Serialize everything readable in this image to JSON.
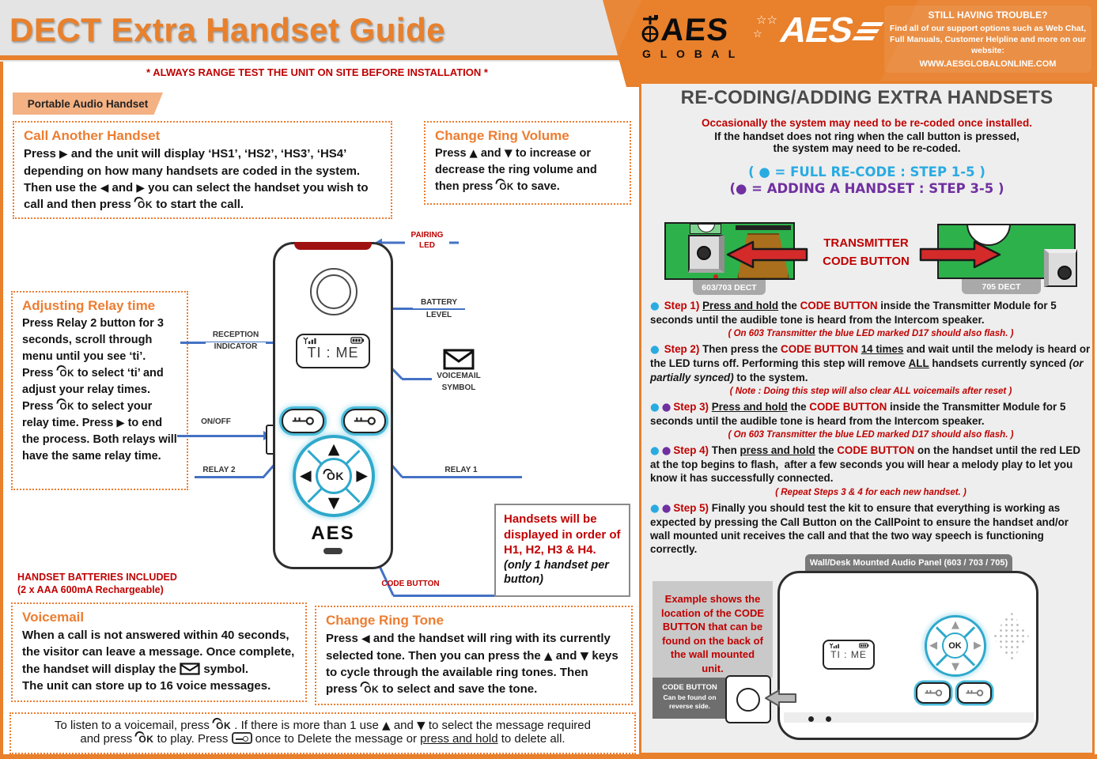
{
  "icons": {
    "up": "▲",
    "down": "▼",
    "left": "◀",
    "right": "▶",
    "stars_top": "☆☆",
    "star_side": "☆"
  },
  "header": {
    "title": "DECT Extra Handset Guide",
    "warning": "* ALWAYS RANGE TEST THE UNIT ON SITE BEFORE INSTALLATION *",
    "logo_aes": "AES",
    "logo_global": "G L O B A L",
    "logo_aes2": "AES",
    "support_heading": "STILL HAVING TROUBLE?",
    "support_body": "Find all of our support options such as Web Chat, Full Manuals, Customer Helpline and more on our website:",
    "support_site": "WWW.AESGLOBALONLINE.COM"
  },
  "left": {
    "tab": "Portable Audio Handset",
    "call_box": {
      "title": "Call Another Handset",
      "html": "Press <span class=\"tri\">▶</span> and the unit will display ‘<b>HS1</b>’, ‘<b>HS2</b>’, ‘<b>HS3</b>’, ‘<b>HS4</b>’ depending on how many handsets are coded in the system. Then use the <span class=\"tri\">◀</span> and <span class=\"tri\">▶</span> you can select the handset you wish to call and then press <span class=\"okico\">OK</span> to start the call."
    },
    "volume_box": {
      "title": "Change Ring Volume",
      "html": "Press <span class=\"tri\">▲</span> and <span class=\"tri\">▼</span> to increase or decrease the ring volume and then press <span class=\"okico\">OK</span> to save."
    },
    "relay_box": {
      "title": "Adjusting Relay time",
      "html": "Press Relay 2 button for 3 seconds, scroll through menu until you see ‘<b>ti</b>’. Press <span class=\"okico\">OK</span> to select ‘<b>ti</b>’ and adjust your relay times. Press <span class=\"okico\">OK</span> to select your relay time. Press <span class=\"tri\">▶</span> to end the process. Both relays will have the same relay time."
    },
    "labels": {
      "pairing1": "PAIRING",
      "pairing2": "LED",
      "battery1": "BATTERY",
      "battery2": "LEVEL",
      "reception1": "RECEPTION",
      "reception2": "INDICATOR",
      "voicemail1": "VOICEMAIL",
      "voicemail2": "SYMBOL",
      "onoff": "ON/OFF",
      "relay2": "RELAY 2",
      "relay1": "RELAY 1",
      "code": "CODE BUTTON"
    },
    "handset": {
      "display": "TI : ME",
      "ok": "OK",
      "brand": "AES"
    },
    "order_note": {
      "line1": "Handsets will be displayed in order of H1, H2, H3 & H4.",
      "line2": "(only 1 handset per button)"
    },
    "batteries1": "HANDSET BATTERIES INCLUDED",
    "batteries2": "(2 x AAA 600mA Rechargeable)",
    "voicemail_box": {
      "title": "Voicemail",
      "html": "When a call is not answered within 40 seconds, the visitor can leave a message. Once complete, the handset will display the <svg class=\"envs\" viewBox=\"0 0 26 16\"><rect x=\"1.5\" y=\"1.5\" width=\"23\" height=\"13\" fill=\"none\" stroke=\"#111\" stroke-width=\"2.2\"/><path d=\"M2 3 L13 10 L24 3\" fill=\"none\" stroke=\"#111\" stroke-width=\"2.2\"/></svg> symbol.<br>The unit can store up to 16 voice messages."
    },
    "tone_box": {
      "title": "Change Ring Tone",
      "html": "Press <span class=\"tri\">◀</span> and the handset will ring with its currently selected tone. Then you can press the <span class=\"tri\">▲</span> and <span class=\"tri\">▼</span> keys to cycle through the available ring tones. Then press <span class=\"okico\">OK</span> to select and save the tone."
    },
    "listen_html": "To listen to a voicemail, press <span class=\"okico\">OK</span> . If there is more than 1 use <span class=\"tri\">▲</span> and <span class=\"tri\">▼</span> to select the message required<br>and press <span class=\"okico\">OK</span> to play. Press <span class=\"keybadge\"></span> once to Delete the message or <u>press and hold</u> to delete all."
  },
  "right": {
    "title": "RE-CODING/ADDING EXTRA HANDSETS",
    "intro_red": "Occasionally the system may need to be re-coded once installed.",
    "intro_l1": "If the handset does not ring when the call button is pressed,",
    "intro_l2": "the system may need to be re-coded.",
    "legend_full": "( ● = FULL RE-CODE : STEP 1-5 )",
    "legend_add": "(● = ADDING A HANDSET : STEP 3-5 )",
    "tx_caption1": "TRANSMITTER",
    "tx_caption2": "CODE BUTTON",
    "tx_tab1": "603/703 DECT",
    "tx_tab2": "705 DECT",
    "steps": [
      {
        "b1": "●",
        "b2": "",
        "label": "Step 1)",
        "html": "<u>Press and hold</u> the <span class=\"rb\">CODE BUTTON</span> inside the Transmitter Module for 5 seconds until the audible tone is heard from the Intercom speaker.",
        "note": "( On 603 Transmitter the blue LED marked D17 should also flash. )"
      },
      {
        "b1": "●",
        "b2": "",
        "label": "Step 2)",
        "html": "Then press the <span class=\"rb\">CODE BUTTON</span> <u>14 times</u> and wait until the melody is heard or the LED turns off. Performing this step will remove <u><b>ALL</b></u> handsets currently synced <i>(or partially synced)</i> to the system.",
        "note": "( Note : Doing this step will also clear ALL voicemails after reset )"
      },
      {
        "b1": "●",
        "b2": "●",
        "label": "Step 3)",
        "html": "<u>Press and hold</u> the <span class=\"rb\">CODE BUTTON</span> inside the Transmitter Module for 5 seconds until the audible tone is heard from the Intercom speaker.",
        "note": "( On 603 Transmitter the blue LED marked D17 should also flash. )"
      },
      {
        "b1": "●",
        "b2": "●",
        "label": "Step 4)",
        "html": "Then <u>press and hold</u> the <span class=\"rb\">CODE BUTTON</span> on the handset until the red LED at the top begins to flash,&nbsp; after a few seconds you will hear a melody play to let you know it has successfully connected.",
        "note": "( Repeat Steps 3 & 4 for each new handset. )"
      },
      {
        "b1": "●",
        "b2": "●",
        "label": "Step 5)",
        "html": "Finally you should test the kit to ensure that everything is working as expected by pressing the Call Button on the CallPoint to ensure the handset and/or wall mounted unit receives the call and that the two way speech is functioning correctly."
      }
    ],
    "panel": {
      "tab": "Wall/Desk Mounted Audio Panel (603 / 703 / 705)",
      "example": "Example shows the location of the CODE BUTTON that can be found on the back of the wall mounted unit.",
      "code1": "CODE BUTTON",
      "code2": "Can be found on",
      "code3": "reverse side.",
      "display": "TI : ME",
      "ok": "OK"
    }
  }
}
